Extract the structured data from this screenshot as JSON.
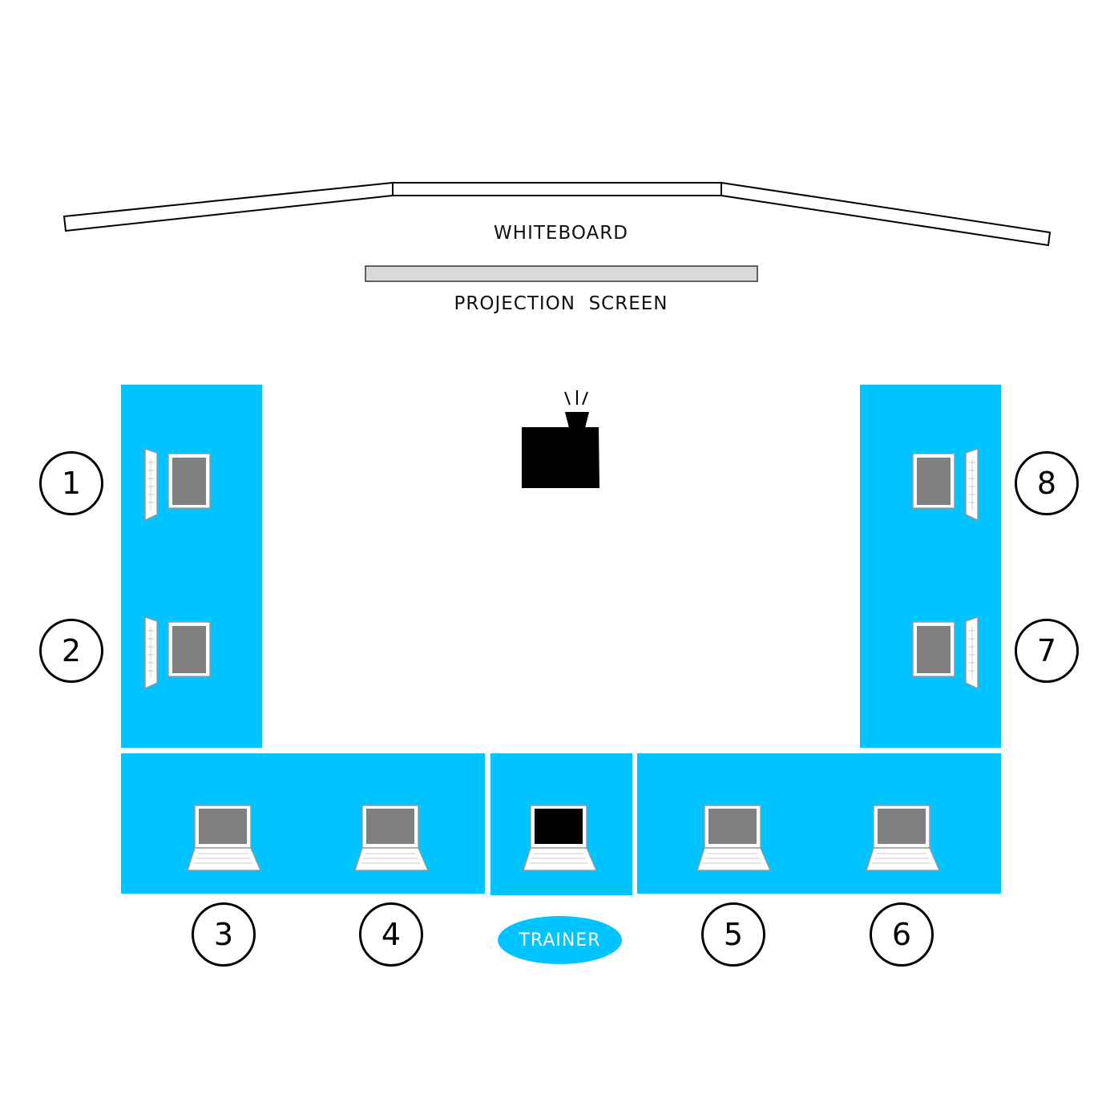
{
  "labels": {
    "whiteboard": "WHITEBOARD",
    "projection_screen": "PROJECTION  SCREEN",
    "trainer": "TRAINER"
  },
  "seats": [
    "1",
    "2",
    "3",
    "4",
    "5",
    "6",
    "7",
    "8"
  ],
  "colors": {
    "desk": "#00c4ff",
    "screen": "#d9d9d9",
    "laptop_display": "#808080",
    "trainer_display": "#000000",
    "projector": "#000000"
  },
  "icons": {
    "laptop": "laptop-icon",
    "projector": "projector-icon"
  }
}
